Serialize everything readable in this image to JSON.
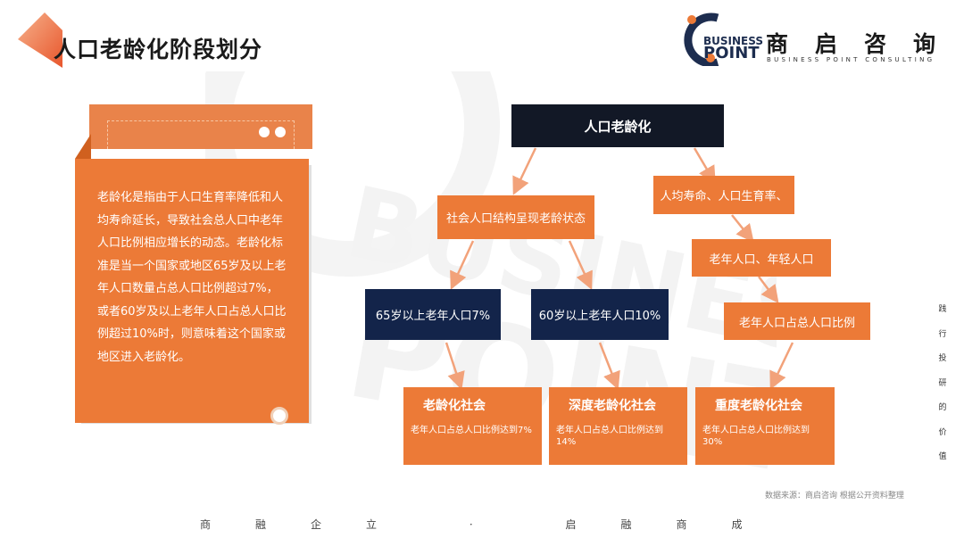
{
  "header": {
    "title": "人口老龄化阶段划分"
  },
  "logo": {
    "word1": "BUSINESS",
    "word2": "POINT",
    "name_cn": "商启咨询",
    "name_en": "BUSINESS POINT CONSULTING"
  },
  "card": {
    "text": "老龄化是指由于人口生育率降低和人均寿命延长，导致社会总人口中老年人口比例相应增长的动态。老龄化标准是当一个国家或地区65岁及以上老年人口数量占总人口比例超过7%，或者60岁及以上老年人口占总人口比例超过10%时，则意味着这个国家或地区进入老龄化。"
  },
  "flow": {
    "root": "人口老龄化",
    "branch_left": "社会人口结构呈现老龄状态",
    "branch_right": "人均寿命、人口生育率、",
    "criterion_65": "65岁以上老年人口7%",
    "criterion_60": "60岁以上老年人口10%",
    "population": "老年人口、年轻人口",
    "ratio": "老年人口占总人口比例",
    "results": [
      {
        "title": "老龄化社会",
        "desc": "老年人口占总人口比例达到7%"
      },
      {
        "title": "深度老龄化社会",
        "desc": "老年人口占总人口比例达到14%"
      },
      {
        "title": "重度老龄化社会",
        "desc": "老年人口占总人口比例达到30%"
      }
    ]
  },
  "source": "数据来源：商启咨询 根据公开资料整理",
  "footer": "商融企立 · 启融商成",
  "vertical_slogan": "践行投研的价值",
  "watermark": "BUSINESS POINT",
  "colors": {
    "orange": "#ec7a37",
    "navy": "#13244a",
    "black": "#121826",
    "arrow": "#f2a27a"
  }
}
